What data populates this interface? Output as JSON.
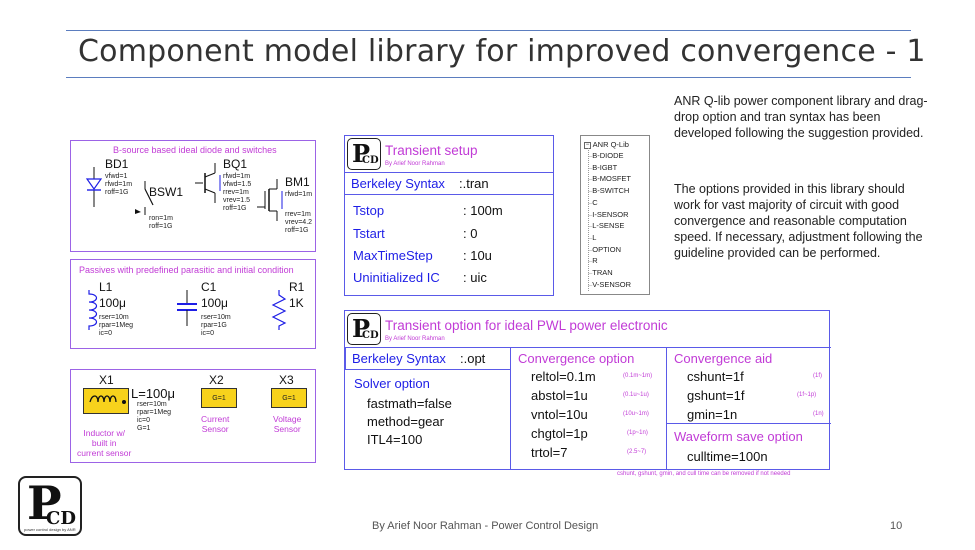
{
  "slide": {
    "title": "Component model library for improved convergence - 1",
    "footer": "By Arief Noor Rahman - Power Control Design",
    "page_number": "10",
    "accent_color": "#5b7dbf"
  },
  "logo": {
    "letters_p": "P",
    "letters_cd": "CD",
    "tagline": "power control design by ANR"
  },
  "panel1": {
    "title": "B-source based ideal diode and switches",
    "bd1": {
      "name": "BD1",
      "params": "vfwd=1\nrfwd=1m\nroff=1G"
    },
    "bsw1": {
      "name": "BSW1",
      "params": "ron=1m\nroff=1G"
    },
    "bq1": {
      "name": "BQ1",
      "params": "rfwd=1m\nvfwd=1.5\nrrev=1m\nvrev=1.5\nroff=1G"
    },
    "bm1": {
      "name": "BM1",
      "params_top": "rfwd=1m",
      "params": "rrev=1m\nvrev=4.2\nroff=1G"
    }
  },
  "panel2": {
    "title": "Passives with predefined parasitic and initial condition",
    "l1": {
      "name": "L1",
      "value": "100μ",
      "params": "rser=10m\nrpar=1Meg\nic=0"
    },
    "c1": {
      "name": "C1",
      "value": "100μ",
      "params": "rser=10m\nrpar=1G\nic=0"
    },
    "r1": {
      "name": "R1",
      "value": "1K"
    }
  },
  "panel3": {
    "x1": {
      "name": "X1",
      "value": "L=100μ",
      "params": "rser=10m\nrpar=1Meg\nic=0\nG=1",
      "caption": "Inductor w/\nbuilt in\ncurrent sensor"
    },
    "x2": {
      "name": "X2",
      "symbol": "G=1",
      "caption": "Current\nSensor"
    },
    "x3": {
      "name": "X3",
      "symbol": "G=1",
      "caption": "Voltage\nSensor"
    }
  },
  "transient_setup": {
    "title": "Transient setup",
    "byline": "By Arief Noor Rahman",
    "syntax_label": "Berkeley Syntax",
    "syntax_value": ":.tran",
    "rows": [
      {
        "label": "Tstop",
        "value": ": 100m"
      },
      {
        "label": "Tstart",
        "value": ": 0"
      },
      {
        "label": "MaxTimeStep",
        "value": ": 10u"
      },
      {
        "label": "Uninitialized IC",
        "value": ": uic"
      }
    ]
  },
  "library_tree": {
    "root": "ANR Q-Lib",
    "items": [
      "B-DIODE",
      "B-IGBT",
      "B-MOSFET",
      "B-SWITCH",
      "C",
      "I-SENSOR",
      "L-SENSE",
      "L",
      "OPTION",
      "R",
      "TRAN",
      "V-SENSOR"
    ]
  },
  "description": {
    "p1": "ANR Q-lib power component library and drag-drop option and tran syntax has been developed following the suggestion provided.",
    "p2": "The options provided in this library should work for vast majority of circuit with good convergence and reasonable computation speed. If necessary, adjustment following the guideline provided can be performed."
  },
  "transient_option": {
    "title": "Transient option for ideal PWL power electronic",
    "byline": "By Arief Noor Rahman",
    "syntax_label": "Berkeley Syntax",
    "syntax_value": ":.opt",
    "solver_title": "Solver option",
    "solver_items": [
      "fastmath=false",
      "method=gear",
      "ITL4=100"
    ],
    "convergence_title": "Convergence option",
    "convergence_items": [
      {
        "label": "reltol=0.1m",
        "range": "(0.1m~1m)"
      },
      {
        "label": "abstol=1u",
        "range": "(0.1u~1u)"
      },
      {
        "label": "vntol=10u",
        "range": "(10u~1m)"
      },
      {
        "label": "chgtol=1p",
        "range": "(1p~1n)"
      },
      {
        "label": "trtol=7",
        "range": "(2.5~7)"
      }
    ],
    "aid_title": "Convergence aid",
    "aid_items": [
      {
        "label": "cshunt=1f",
        "range": "(1f)"
      },
      {
        "label": "gshunt=1f",
        "range": "(1f~1p)"
      },
      {
        "label": "gmin=1n",
        "range": "(1n)"
      }
    ],
    "waveform_title": "Waveform save option",
    "waveform_item": "culltime=100n",
    "note": "cshunt, gshunt, gmin, and cull time can be removed if not needed"
  }
}
